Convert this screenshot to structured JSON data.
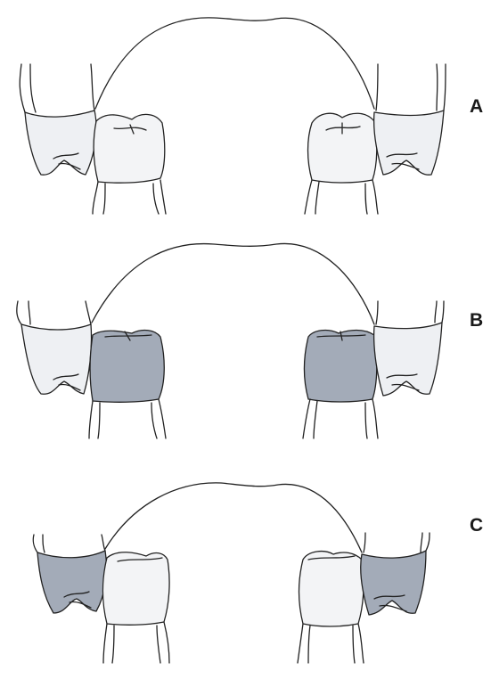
{
  "colors": {
    "outline": "#222222",
    "light_tooth": "#eef0f3",
    "lighter_tooth": "#f3f4f6",
    "dark_tooth": "#a3abb8"
  },
  "panels": [
    {
      "label": "A",
      "upper_teeth_fill": "light_tooth",
      "lower_teeth_fill": "lighter_tooth"
    },
    {
      "label": "B",
      "upper_teeth_fill": "light_tooth",
      "lower_teeth_fill": "dark_tooth"
    },
    {
      "label": "C",
      "upper_teeth_fill": "dark_tooth",
      "lower_teeth_fill": "lighter_tooth"
    }
  ]
}
